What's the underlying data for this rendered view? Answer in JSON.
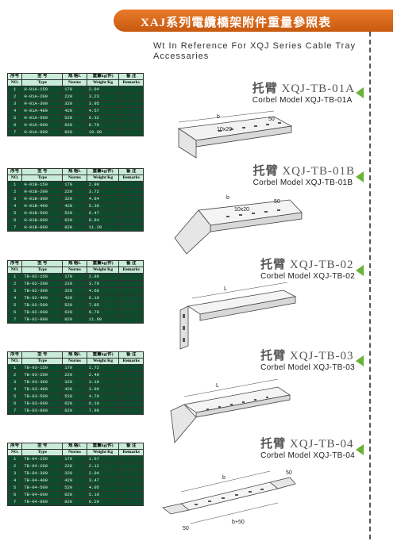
{
  "header": {
    "title": "XAJ系列電纜橋架附件重量參照表"
  },
  "subtitle": "Wt In Reference For XQJ Series Cable Tray Accessaries",
  "table_headers": [
    {
      "cn": "序号",
      "en": "NO."
    },
    {
      "cn": "型 号",
      "en": "Type"
    },
    {
      "cn": "规 格L",
      "en": "Norms"
    },
    {
      "cn": "重量kg(件)",
      "en": "Weight Kg"
    },
    {
      "cn": "备 注",
      "en": "Remarks"
    }
  ],
  "sections": [
    {
      "cn": "托臂",
      "model": "XQJ-TB-01A",
      "en": "Corbel Model XQJ-TB-01A",
      "dims": {
        "d1": "b",
        "d2": "10x20",
        "d3": "50"
      },
      "rows": [
        [
          "1",
          "H-01A-150",
          "170",
          "2.94"
        ],
        [
          "2",
          "H-01A-200",
          "220",
          "3.23"
        ],
        [
          "3",
          "H-01A-300",
          "320",
          "3.95"
        ],
        [
          "4",
          "H-01A-400",
          "420",
          "4.57"
        ],
        [
          "5",
          "H-01A-500",
          "520",
          "6.32"
        ],
        [
          "6",
          "H-01A-600",
          "620",
          "8.70"
        ],
        [
          "7",
          "H-01A-800",
          "820",
          "10.90"
        ]
      ]
    },
    {
      "cn": "托臂",
      "model": "XQJ-TB-01B",
      "en": "Corbel Model XQJ-TB-01B",
      "dims": {
        "d1": "b",
        "d2": "10x20",
        "d3": "50"
      },
      "rows": [
        [
          "1",
          "H-01B-150",
          "170",
          "2.99"
        ],
        [
          "2",
          "H-01B-200",
          "220",
          "3.72"
        ],
        [
          "3",
          "H-01B-300",
          "320",
          "4.84"
        ],
        [
          "4",
          "H-01B-400",
          "420",
          "5.39"
        ],
        [
          "5",
          "H-01B-500",
          "520",
          "6.47"
        ],
        [
          "6",
          "H-01B-600",
          "620",
          "8.84"
        ],
        [
          "7",
          "H-01B-800",
          "820",
          "11.20"
        ]
      ]
    },
    {
      "cn": "托臂",
      "model": "XQJ-TB-02",
      "en": "Corbel Model XQJ-TB-02",
      "dims": {
        "d1": "L"
      },
      "rows": [
        [
          "1",
          "TB-02-150",
          "170",
          "2.80"
        ],
        [
          "2",
          "TB-02-200",
          "220",
          "3.70"
        ],
        [
          "3",
          "TB-02-300",
          "320",
          "4.60"
        ],
        [
          "4",
          "TB-02-400",
          "420",
          "6.10"
        ],
        [
          "5",
          "TB-02-500",
          "520",
          "7.85"
        ],
        [
          "6",
          "TB-02-600",
          "620",
          "9.70"
        ],
        [
          "7",
          "TB-02-800",
          "820",
          "11.60"
        ]
      ]
    },
    {
      "cn": "托臂",
      "model": "XQJ-TB-03",
      "en": "Corbel Model XQJ-TB-03",
      "dims": {
        "d1": "L"
      },
      "rows": [
        [
          "1",
          "TB-03-150",
          "170",
          "1.72"
        ],
        [
          "2",
          "TB-03-200",
          "220",
          "2.40"
        ],
        [
          "3",
          "TB-03-300",
          "320",
          "3.10"
        ],
        [
          "4",
          "TB-03-400",
          "420",
          "3.90"
        ],
        [
          "5",
          "TB-03-500",
          "520",
          "4.70"
        ],
        [
          "6",
          "TB-03-600",
          "620",
          "6.10"
        ],
        [
          "7",
          "TB-03-800",
          "820",
          "7.90"
        ]
      ]
    },
    {
      "cn": "托臂",
      "model": "XQJ-TB-04",
      "en": "Corbel Model XQJ-TB-04",
      "dims": {
        "d1": "b",
        "d2": "50",
        "d3": "b+50",
        "d4": "50"
      },
      "rows": [
        [
          "1",
          "TB-04-150",
          "170",
          "1.67"
        ],
        [
          "2",
          "TB-04-200",
          "220",
          "2.12"
        ],
        [
          "3",
          "TB-04-300",
          "320",
          "2.94"
        ],
        [
          "4",
          "TB-04-400",
          "420",
          "3.47"
        ],
        [
          "5",
          "TB-04-500",
          "520",
          "4.05"
        ],
        [
          "6",
          "TB-04-600",
          "620",
          "5.10"
        ],
        [
          "7",
          "TB-04-800",
          "820",
          "6.20"
        ]
      ]
    }
  ]
}
